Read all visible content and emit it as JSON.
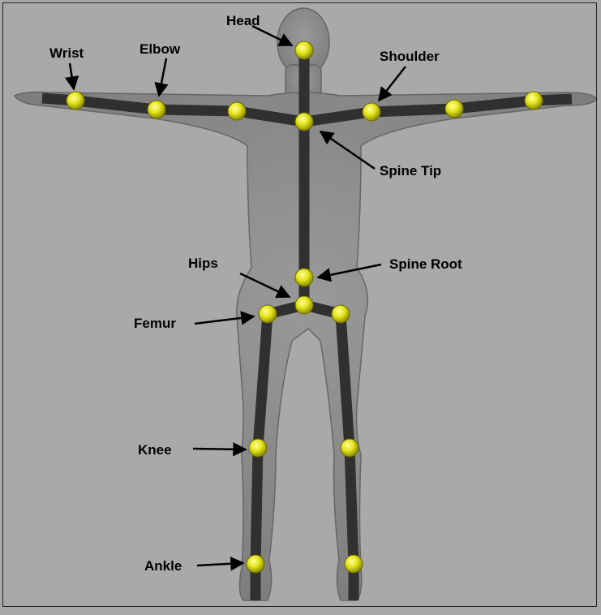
{
  "diagram": {
    "colors": {
      "background": "#a9a9a9",
      "body": "#8c8c8c",
      "bone": "#303030",
      "joint": "#e3e31c",
      "label": "#000000"
    },
    "labels": {
      "head": "Head",
      "wrist": "Wrist",
      "elbow": "Elbow",
      "shoulder": "Shoulder",
      "spine_tip": "Spine Tip",
      "hips": "Hips",
      "spine_root": "Spine Root",
      "femur": "Femur",
      "knee": "Knee",
      "ankle": "Ankle"
    }
  }
}
